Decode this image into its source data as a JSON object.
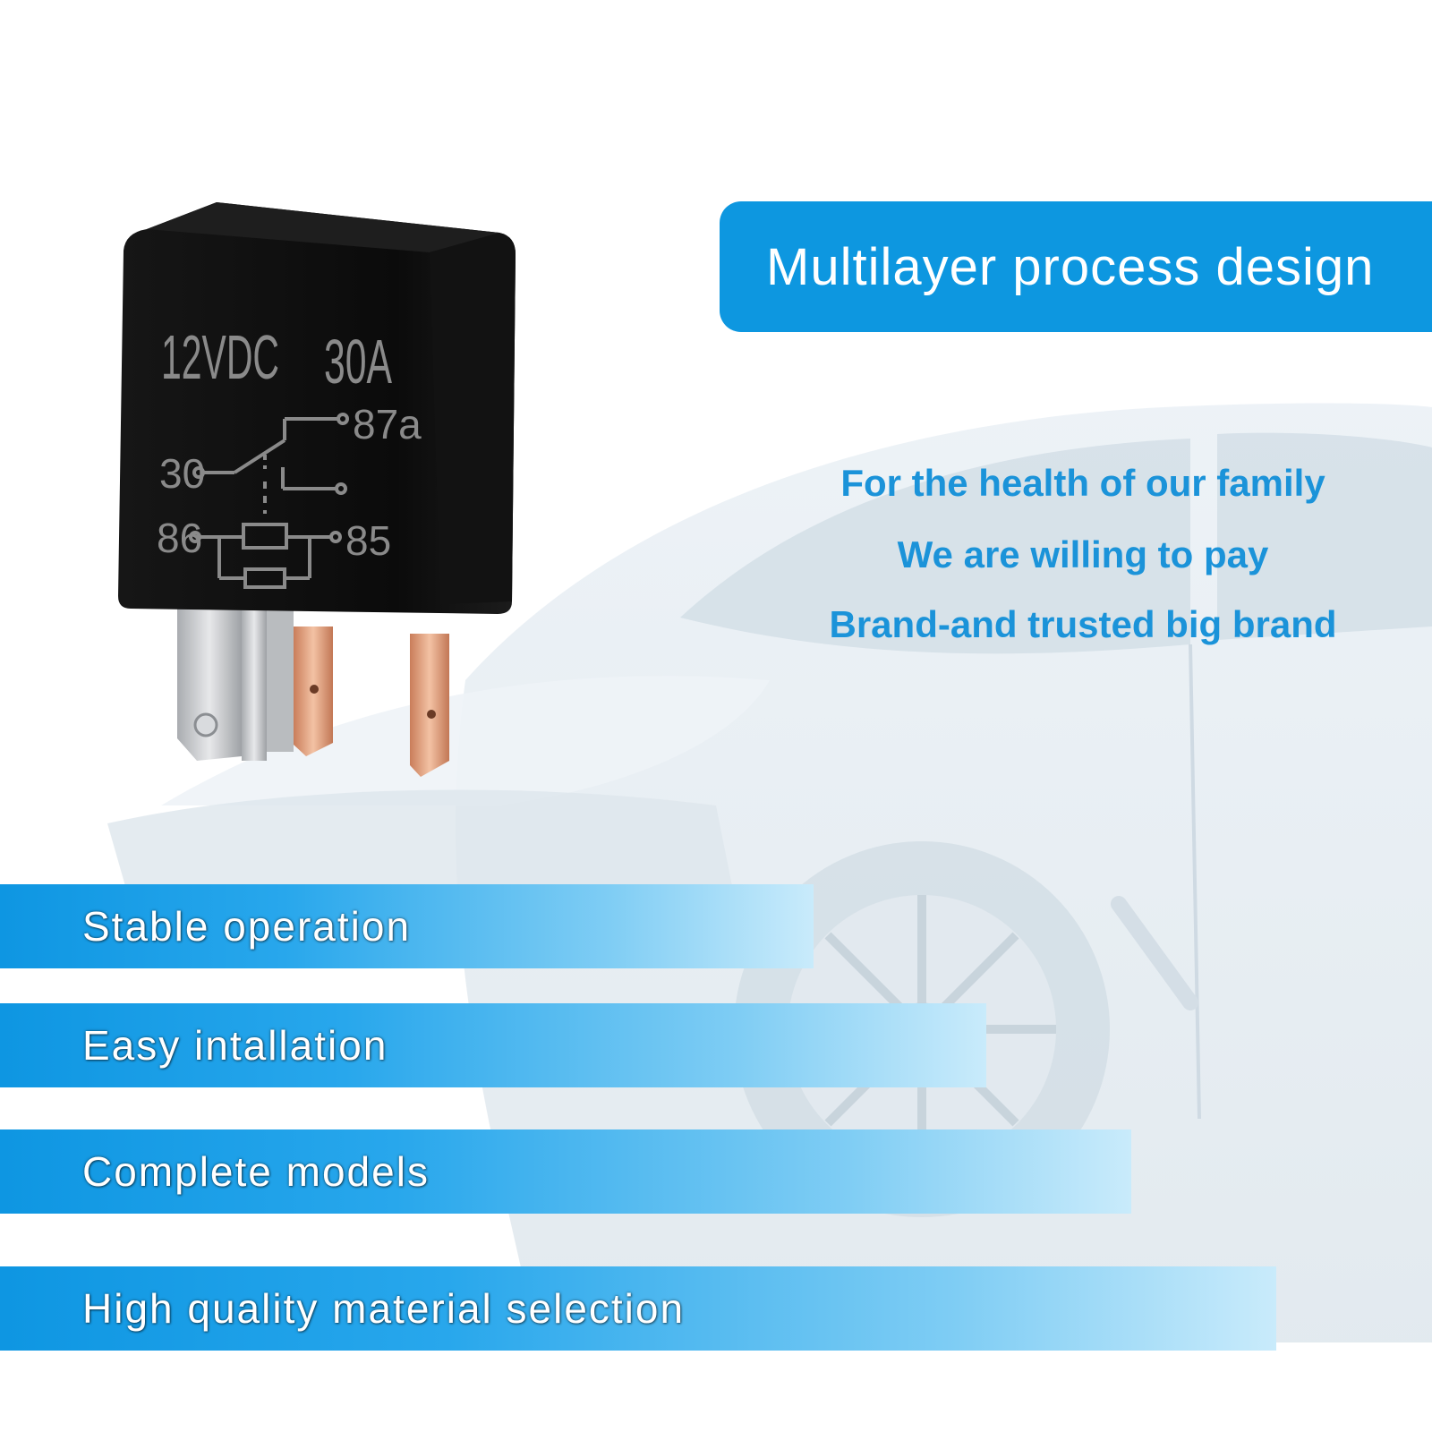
{
  "header": {
    "title": "Multilayer process design"
  },
  "taglines": [
    "For the health of our family",
    "We are willing to pay",
    "Brand-and trusted big brand"
  ],
  "product": {
    "voltage": "12VDC",
    "current": "30A",
    "pin_labels": {
      "p87a": "87a",
      "p30": "30",
      "p86": "86",
      "p85": "85"
    },
    "body_color": "#0b0b0b"
  },
  "features": [
    "Stable operation",
    "Easy intallation",
    "Complete models",
    "High quality material selection"
  ],
  "colors": {
    "accent_blue": "#0d97e0",
    "tagline_blue": "#1b93d9"
  }
}
